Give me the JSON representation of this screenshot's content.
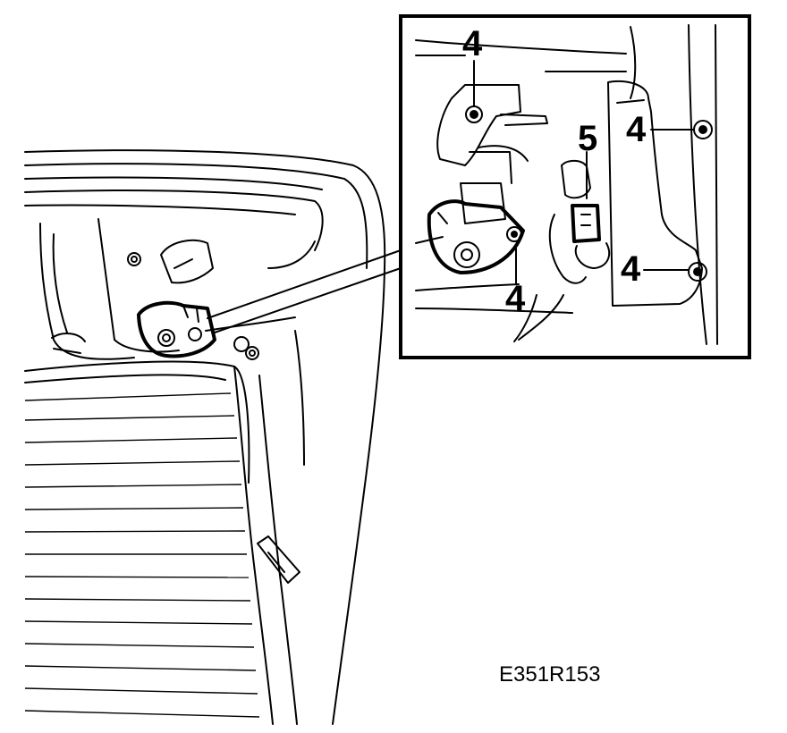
{
  "figure": {
    "id_label": "E351R153",
    "callouts": {
      "top_left_bolt": "4",
      "right_upper_bolt": "4",
      "right_lower_bolt": "4",
      "lower_middle_bolt": "4",
      "connector": "5"
    }
  }
}
